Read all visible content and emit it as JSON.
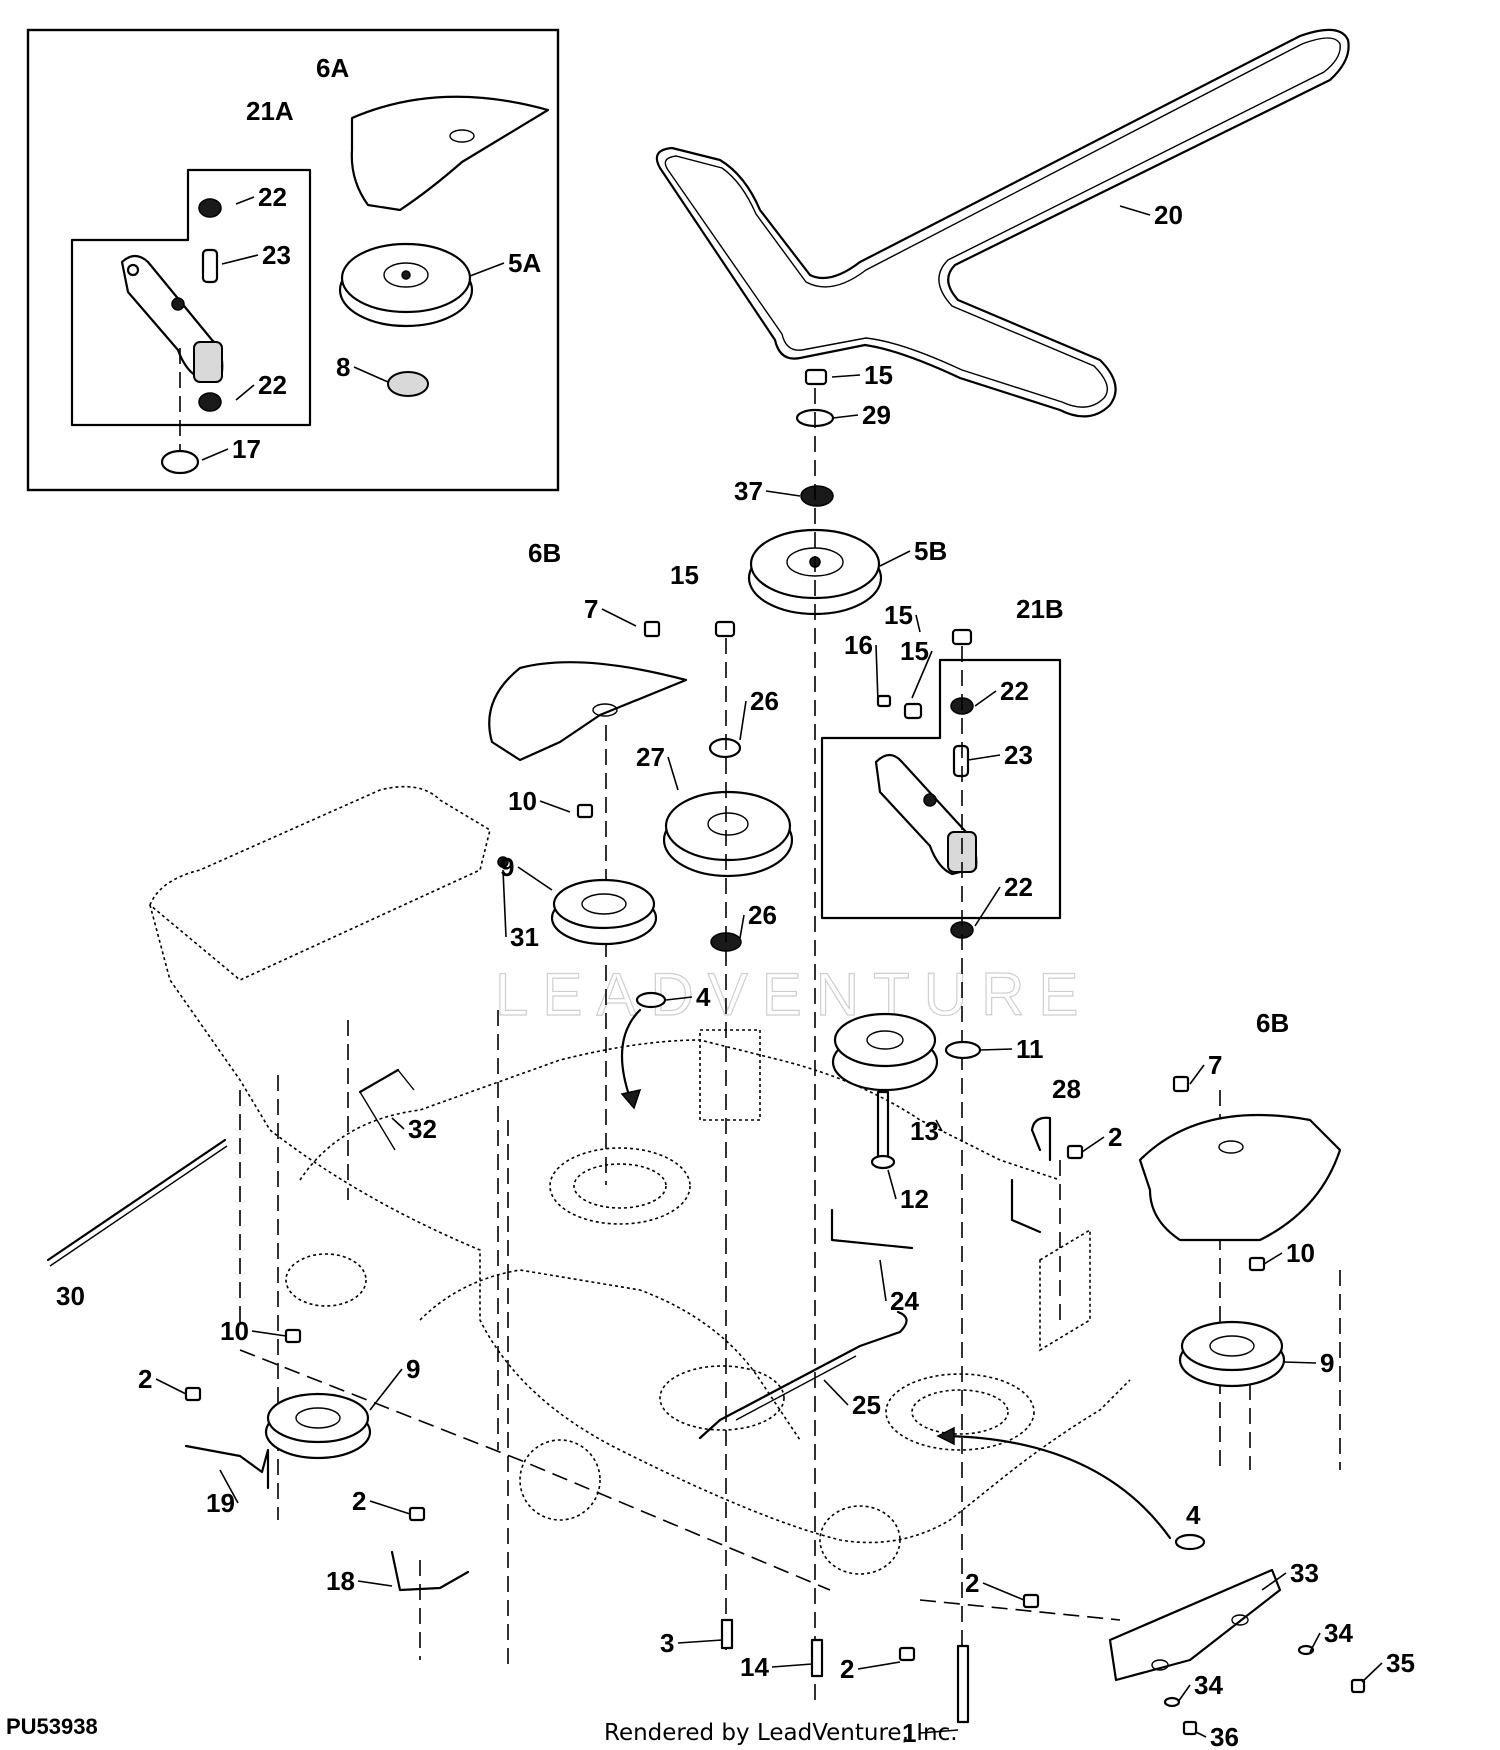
{
  "diagram_code": "PU53938",
  "footer": "Rendered by LeadVenture, Inc.",
  "watermark": "LEADVENTURE",
  "callouts": [
    "6A",
    "21A",
    "22",
    "23",
    "5A",
    "22",
    "8",
    "17",
    "20",
    "15",
    "29",
    "37",
    "5B",
    "6B",
    "7",
    "15",
    "15",
    "21B",
    "15",
    "16",
    "22",
    "23",
    "26",
    "27",
    "10",
    "9",
    "31",
    "26",
    "22",
    "4",
    "11",
    "6B",
    "7",
    "28",
    "2",
    "13",
    "32",
    "12",
    "10",
    "24",
    "30",
    "9",
    "10",
    "9",
    "2",
    "25",
    "19",
    "2",
    "4",
    "33",
    "18",
    "2",
    "34",
    "3",
    "35",
    "14",
    "2",
    "34",
    "36",
    "1"
  ]
}
